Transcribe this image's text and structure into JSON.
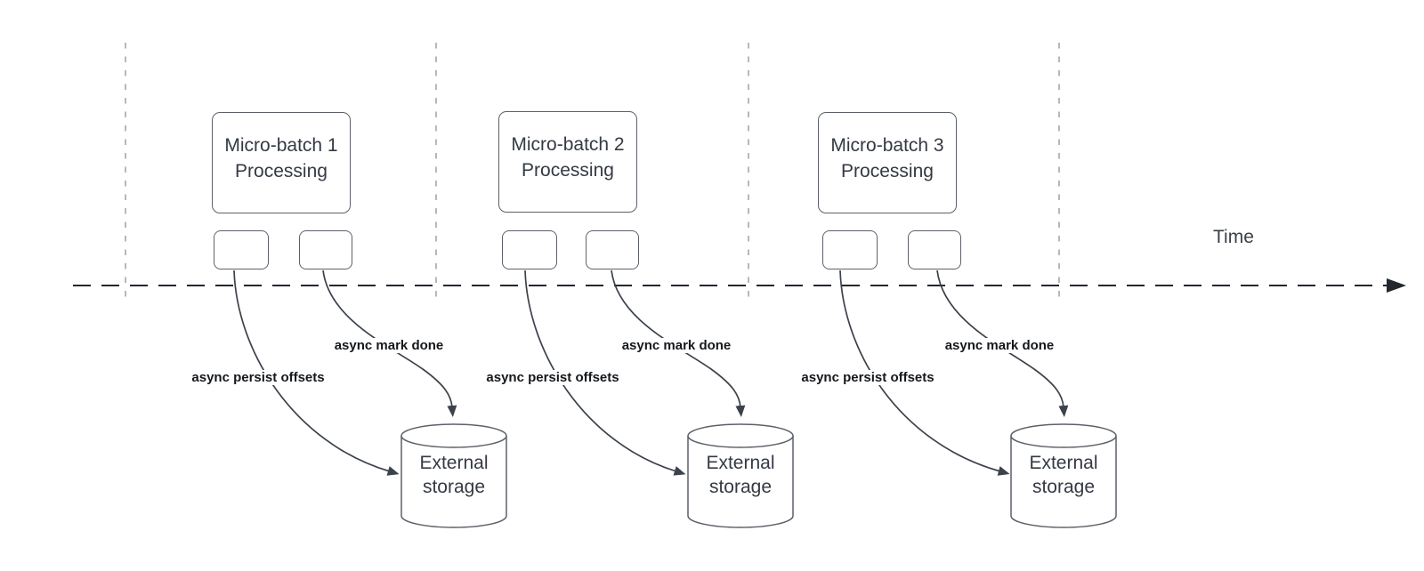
{
  "diagram": {
    "timeline": {
      "label": "Time"
    },
    "groups": [
      {
        "title": "Micro-batch 1 Processing",
        "persist_label": "async persist offsets",
        "mark_done_label": "async mark done",
        "storage_label": "External storage"
      },
      {
        "title": "Micro-batch 2 Processing",
        "persist_label": "async persist offsets",
        "mark_done_label": "async mark done",
        "storage_label": "External storage"
      },
      {
        "title": "Micro-batch 3 Processing",
        "persist_label": "async persist offsets",
        "mark_done_label": "async mark done",
        "storage_label": "External storage"
      }
    ],
    "colors": {
      "shape_border": "#5c6169",
      "shape_text": "#343a43",
      "flow_label_text": "#15181c",
      "arrow_curve": "#3c424b",
      "time_axis": "#23272e",
      "guide_line": "#a6a6a6",
      "background": "#ffffff"
    }
  }
}
